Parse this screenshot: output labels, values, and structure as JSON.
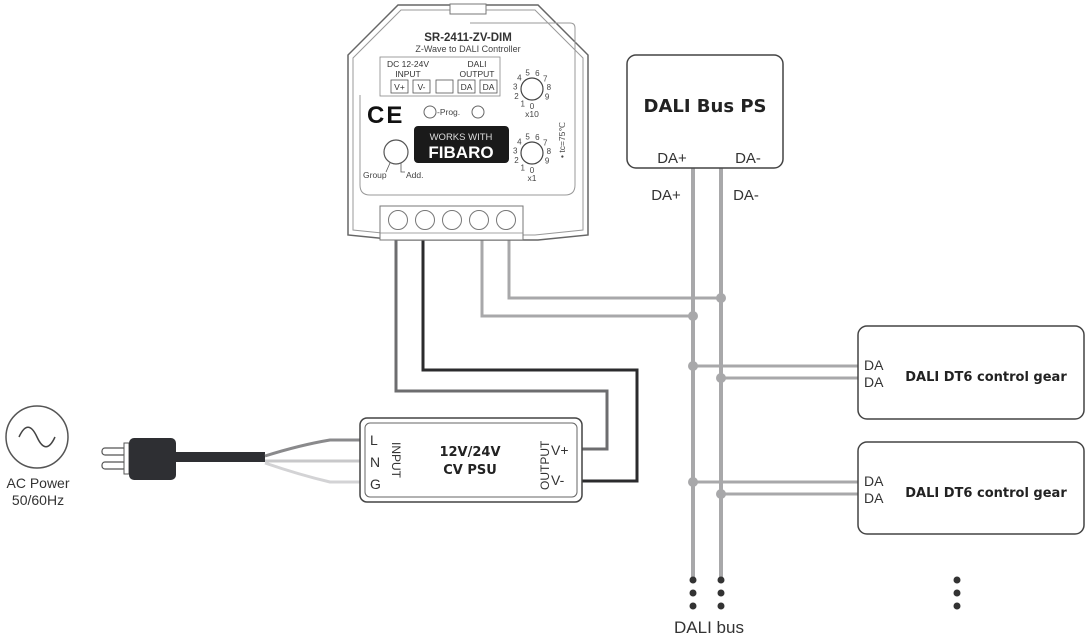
{
  "controller": {
    "model": "SR-2411-ZV-DIM",
    "subtitle": "Z-Wave to DALI Controller",
    "input_label_1": "DC 12-24V",
    "input_label_2": "INPUT",
    "output_label_1": "DALI",
    "output_label_2": "OUTPUT",
    "terminals": [
      "V+",
      "V-",
      "",
      "DA",
      "DA"
    ],
    "ce_mark": "CE",
    "prog_label": "-Prog.",
    "works_with": "WORKS WITH",
    "brand": "FIBARO",
    "group_label": "Group",
    "add_label": "Add.",
    "temp_label": "• tc=75℃",
    "dial_x10": {
      "label": "x10",
      "digits": [
        "0",
        "1",
        "2",
        "3",
        "4",
        "5",
        "6",
        "7",
        "8",
        "9"
      ]
    },
    "dial_x1": {
      "label": "x1",
      "digits": [
        "0",
        "1",
        "2",
        "3",
        "4",
        "5",
        "6",
        "7",
        "8",
        "9"
      ]
    }
  },
  "bus_ps": {
    "title": "DALI Bus PS",
    "terminal_plus": "DA+",
    "terminal_minus": "DA-",
    "wire_plus": "DA+",
    "wire_minus": "DA-"
  },
  "ac_power": {
    "label_1": "AC Power",
    "label_2": "50/60Hz"
  },
  "psu": {
    "title_1": "12V/24V",
    "title_2": "CV PSU",
    "input_label": "INPUT",
    "output_label": "OUTPUT",
    "input_terminals": [
      "L",
      "N",
      "G"
    ],
    "output_terminals": [
      "V+",
      "V-"
    ]
  },
  "control_gears": [
    {
      "title": "DALI DT6 control gear",
      "terminals": [
        "DA",
        "DA"
      ]
    },
    {
      "title": "DALI DT6 control gear",
      "terminals": [
        "DA",
        "DA"
      ]
    }
  ],
  "bus_label": "DALI bus",
  "colors": {
    "bus_wire": "#a8a8aa",
    "dark_wire": "#2b2b2d",
    "mid_wire": "#6d6d6f",
    "box_stroke": "#3a3a3a",
    "plug": "#2e2f33"
  }
}
